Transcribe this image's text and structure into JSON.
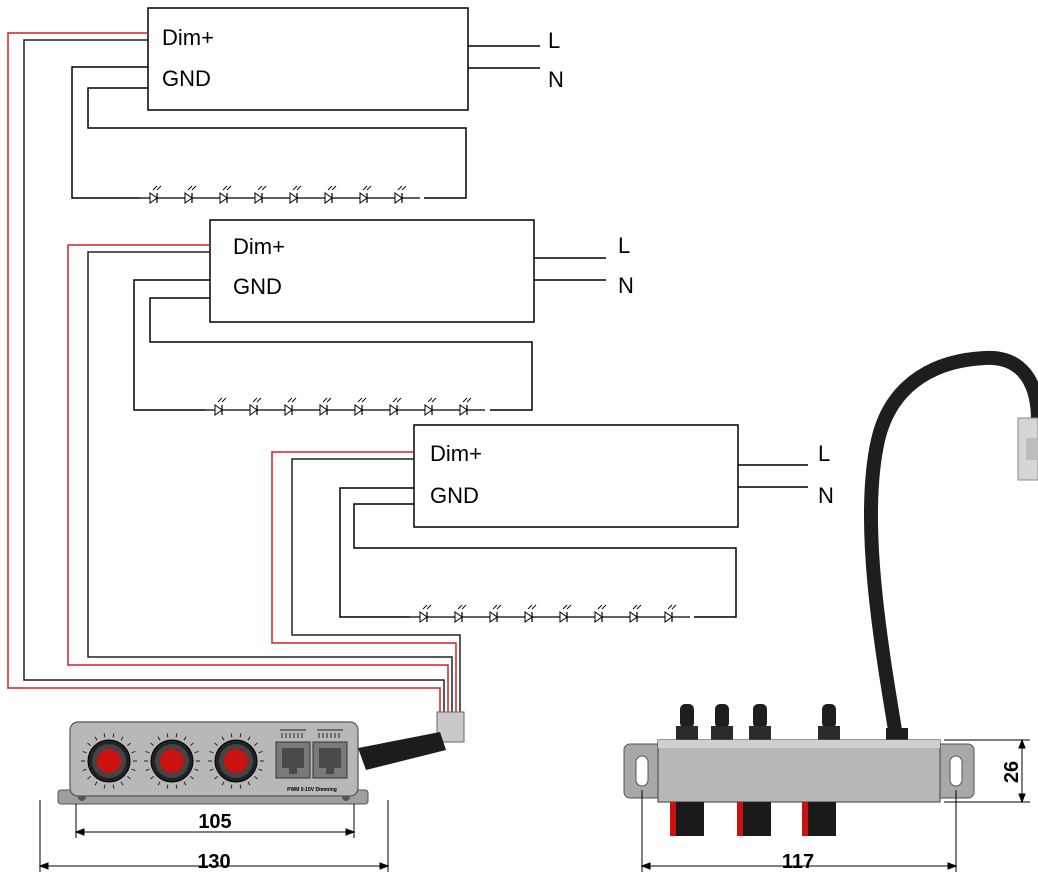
{
  "drivers": [
    {
      "dim_label": "Dim+",
      "gnd_label": "GND",
      "line_label": "L",
      "neutral_label": "N"
    },
    {
      "dim_label": "Dim+",
      "gnd_label": "GND",
      "line_label": "L",
      "neutral_label": "N"
    },
    {
      "dim_label": "Dim+",
      "gnd_label": "GND",
      "line_label": "L",
      "neutral_label": "N"
    }
  ],
  "controller": {
    "caption": "PWM 0-10V Dimming",
    "dimension_inner": "105",
    "dimension_outer": "130"
  },
  "side_view": {
    "dimension_width": "117",
    "dimension_height": "26"
  },
  "colors": {
    "wire_red": "#d42020",
    "wire_black": "#222222",
    "knob_red": "#cc1111",
    "housing_gray": "#b8b8b8"
  }
}
